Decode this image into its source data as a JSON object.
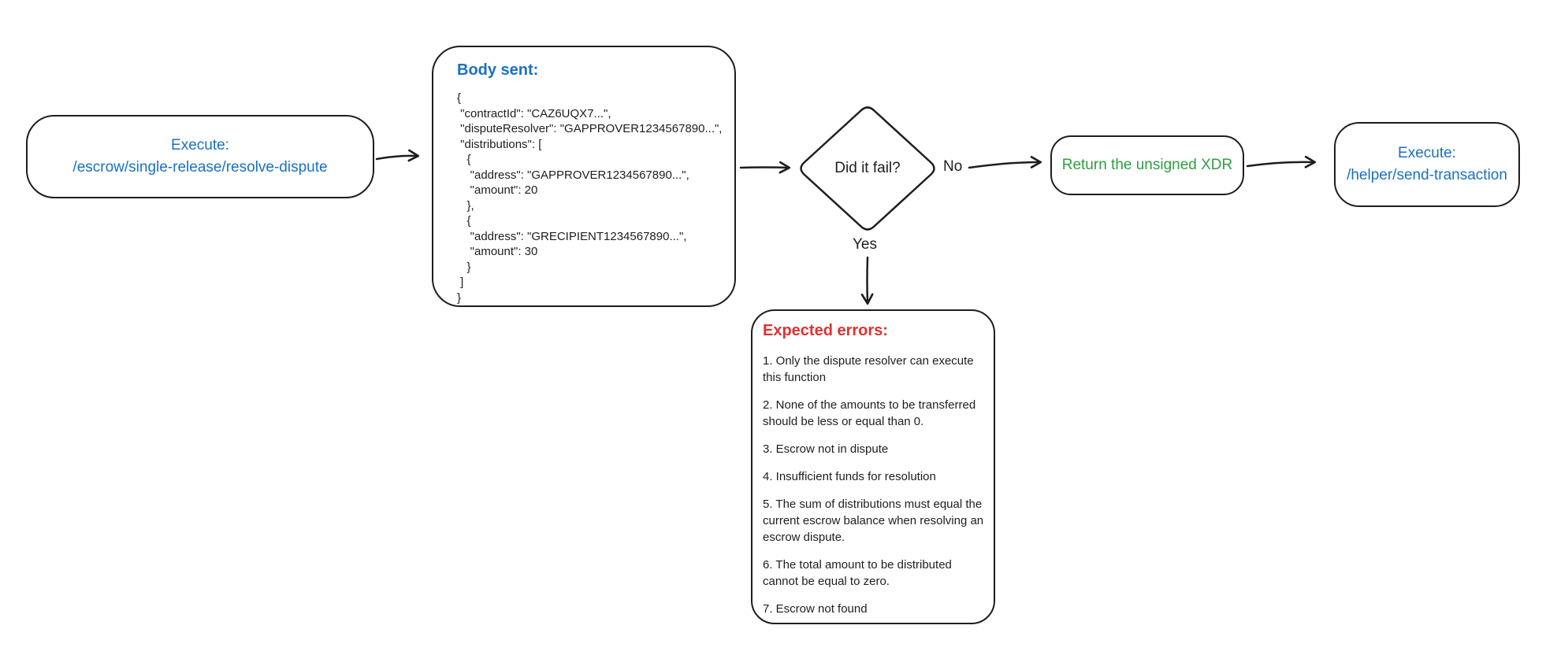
{
  "diagram": {
    "start": {
      "line1": "Execute:",
      "line2": "/escrow/single-release/resolve-dispute"
    },
    "body": {
      "title": "Body sent:",
      "code_lines": [
        "{",
        " \"contractId\": \"CAZ6UQX7...\",",
        " \"disputeResolver\": \"GAPPROVER1234567890...\",",
        " \"distributions\": [",
        "   {",
        "    \"address\": \"GAPPROVER1234567890...\",",
        "    \"amount\": 20",
        "   },",
        "   {",
        "    \"address\": \"GRECIPIENT1234567890...\",",
        "    \"amount\": 30",
        "   }",
        " ]",
        "}"
      ]
    },
    "decision": {
      "label": "Did it fail?",
      "no_label": "No",
      "yes_label": "Yes"
    },
    "xdr": {
      "label": "Return the unsigned XDR"
    },
    "send": {
      "line1": "Execute:",
      "line2": "/helper/send-transaction"
    },
    "errors": {
      "title": "Expected errors:",
      "items": [
        "1. Only the dispute resolver can execute this function",
        "2. None of the amounts to be transferred should be less or equal than 0.",
        "3. Escrow not in dispute",
        "4. Insufficient funds for resolution",
        "5. The sum of distributions must equal the current escrow balance when resolving an escrow dispute.",
        "6. The total amount to be distributed cannot be equal to zero.",
        "7. Escrow not found"
      ]
    },
    "colors": {
      "stroke": "#1e1e1e",
      "blue": "#1971c2",
      "green": "#2f9e44",
      "red": "#e03131"
    }
  }
}
